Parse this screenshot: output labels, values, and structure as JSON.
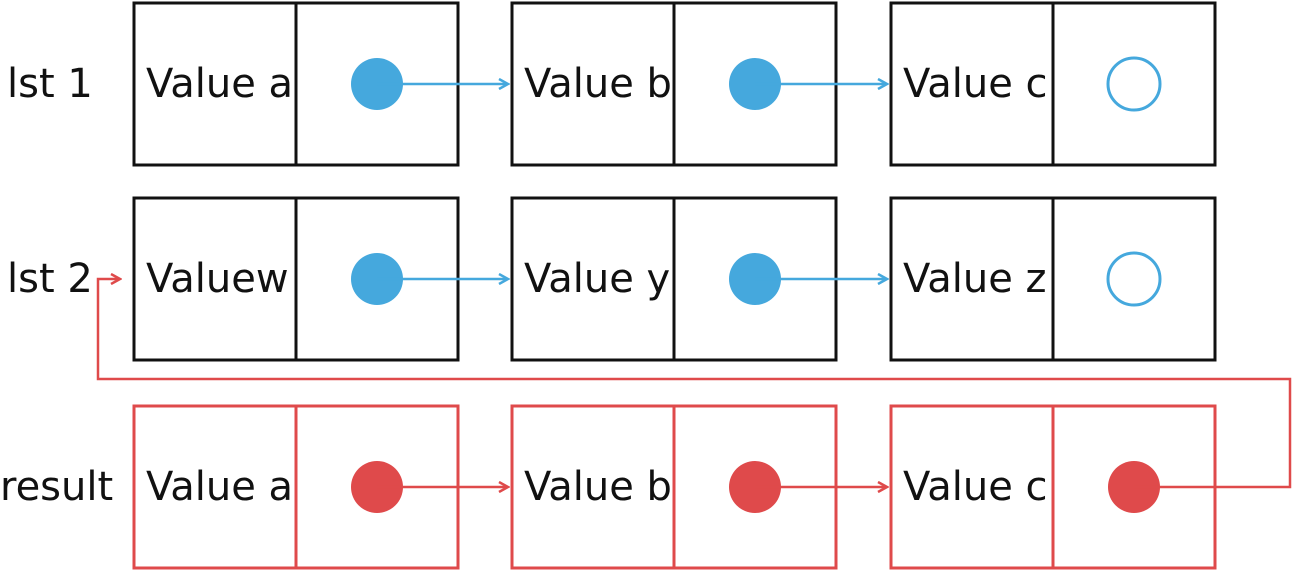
{
  "colors": {
    "black": "#111111",
    "blue": "#45a8dd",
    "red": "#df4a4b"
  },
  "rows": [
    {
      "label": "lst 1",
      "color": "black",
      "pointer_color": "blue",
      "nodes": [
        {
          "value": "Value a",
          "pointer": "filled"
        },
        {
          "value": "Value b",
          "pointer": "filled"
        },
        {
          "value": "Value c",
          "pointer": "empty"
        }
      ]
    },
    {
      "label": "lst 2",
      "color": "black",
      "pointer_color": "blue",
      "nodes": [
        {
          "value": "Valuew",
          "pointer": "filled"
        },
        {
          "value": "Value y",
          "pointer": "filled"
        },
        {
          "value": "Value z",
          "pointer": "empty"
        }
      ]
    },
    {
      "label": "result",
      "color": "red",
      "pointer_color": "red",
      "nodes": [
        {
          "value": "Value a",
          "pointer": "filled"
        },
        {
          "value": "Value b",
          "pointer": "filled"
        },
        {
          "value": "Value c",
          "pointer": "filled"
        }
      ]
    }
  ],
  "links": [
    {
      "from_row": 2,
      "from_node": 2,
      "to_row": 1,
      "color": "red"
    }
  ]
}
